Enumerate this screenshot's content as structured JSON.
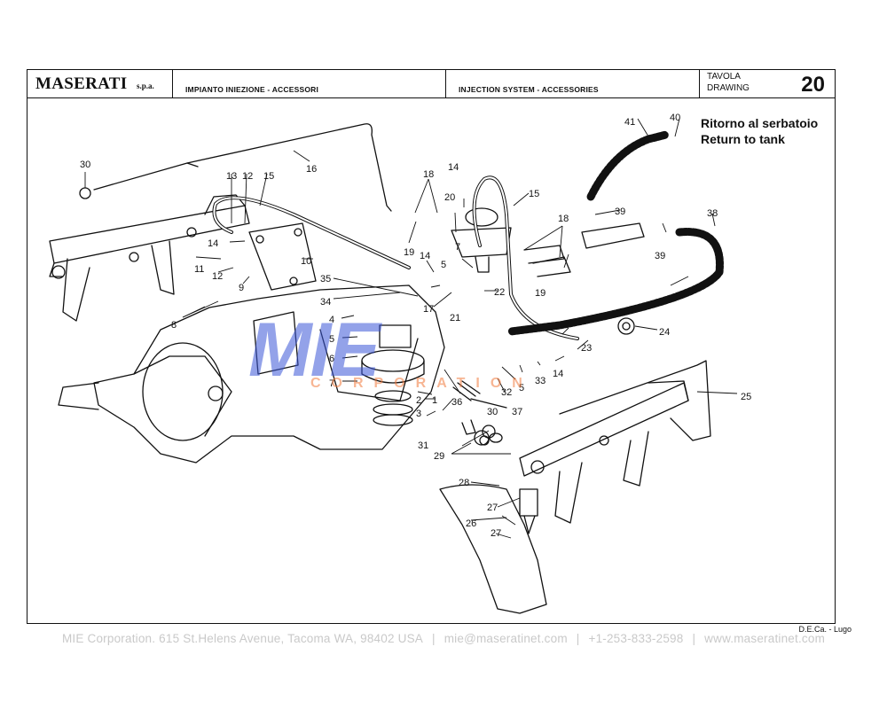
{
  "header": {
    "brand_name": "MASERATI",
    "brand_suffix": "s.p.a.",
    "title_it": "IMPIANTO INIEZIONE - ACCESSORI",
    "title_en": "INJECTION SYSTEM - ACCESSORIES",
    "tavola_label": "TAVOLA",
    "drawing_label": "DRAWING",
    "drawing_number": "20"
  },
  "return_note": {
    "it": "Ritorno al serbatoio",
    "en": "Return to tank"
  },
  "watermark": {
    "big": "MIE",
    "sub": "CORPORATION"
  },
  "part_labels": [
    "1",
    "2",
    "3",
    "4",
    "5",
    "6",
    "7",
    "8",
    "9",
    "10",
    "11",
    "12",
    "13",
    "14",
    "15",
    "16",
    "17",
    "18",
    "19",
    "20",
    "21",
    "22",
    "23",
    "24",
    "25",
    "26",
    "27",
    "28",
    "29",
    "30",
    "31",
    "32",
    "33",
    "34",
    "35",
    "36",
    "37",
    "38",
    "39",
    "40",
    "41"
  ],
  "credit": "D.E.Ca. - Lugo",
  "footer": {
    "company": "MIE Corporation. 615 St.Helens Avenue, Tacoma WA, 98402 USA",
    "email": "mie@maseratinet.com",
    "phone": "+1-253-833-2598",
    "website": "www.maseratinet.com"
  },
  "colors": {
    "line": "#111111",
    "watermark_blue": "#3b57d8",
    "watermark_orange": "#f27a3c",
    "footer_text": "#c9c9c9"
  }
}
